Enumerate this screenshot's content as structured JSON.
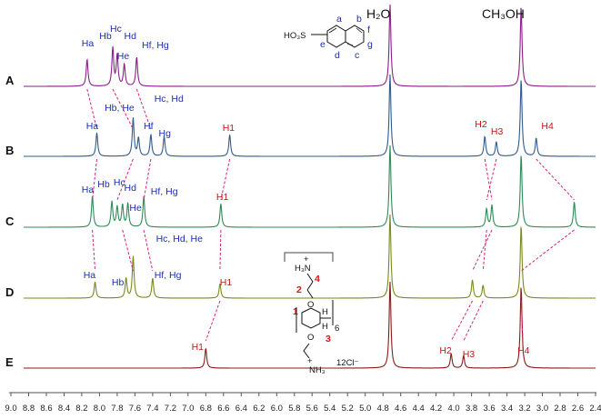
{
  "chart_data": {
    "type": "line",
    "x_ticks": [
      "9.0",
      "8.8",
      "8.6",
      "8.4",
      "8.2",
      "8.0",
      "7.8",
      "7.6",
      "7.4",
      "7.2",
      "7.0",
      "6.8",
      "6.6",
      "6.4",
      "6.2",
      "6.0",
      "5.8",
      "5.6",
      "5.4",
      "5.2",
      "5.0",
      "4.8",
      "4.6",
      "4.4",
      "4.2",
      "4.0",
      "3.8",
      "3.6",
      "3.4",
      "3.2",
      "3.0",
      "2.8",
      "2.6",
      "2.4"
    ],
    "xlim": [
      9.0,
      2.4
    ],
    "solvent_labels": {
      "water": "H₂O",
      "methanol": "CH₃OH"
    },
    "solvent_positions_ppm": {
      "water": 4.72,
      "methanol": 3.24
    },
    "series": [
      {
        "name": "A",
        "color": "#8a1f8a",
        "peaks": [
          {
            "ppm": 8.14,
            "h": 30
          },
          {
            "ppm": 7.85,
            "h": 42
          },
          {
            "ppm": 7.8,
            "h": 34
          },
          {
            "ppm": 7.72,
            "h": 24
          },
          {
            "ppm": 7.58,
            "h": 32
          },
          {
            "ppm": 4.72,
            "h": 90
          },
          {
            "ppm": 3.24,
            "h": 88
          }
        ]
      },
      {
        "name": "B",
        "color": "#2f5b8e",
        "peaks": [
          {
            "ppm": 8.03,
            "h": 26
          },
          {
            "ppm": 7.62,
            "h": 42
          },
          {
            "ppm": 7.56,
            "h": 20
          },
          {
            "ppm": 7.42,
            "h": 24
          },
          {
            "ppm": 7.27,
            "h": 22
          },
          {
            "ppm": 6.53,
            "h": 24
          },
          {
            "ppm": 4.72,
            "h": 90
          },
          {
            "ppm": 3.65,
            "h": 22
          },
          {
            "ppm": 3.52,
            "h": 16
          },
          {
            "ppm": 3.24,
            "h": 85
          },
          {
            "ppm": 3.07,
            "h": 20
          }
        ]
      },
      {
        "name": "C",
        "color": "#2e8b57",
        "peaks": [
          {
            "ppm": 8.08,
            "h": 34
          },
          {
            "ppm": 7.86,
            "h": 28
          },
          {
            "ppm": 7.8,
            "h": 22
          },
          {
            "ppm": 7.74,
            "h": 24
          },
          {
            "ppm": 7.68,
            "h": 26
          },
          {
            "ppm": 7.5,
            "h": 34
          },
          {
            "ppm": 6.63,
            "h": 26
          },
          {
            "ppm": 4.72,
            "h": 90
          },
          {
            "ppm": 3.63,
            "h": 20
          },
          {
            "ppm": 3.57,
            "h": 24
          },
          {
            "ppm": 3.24,
            "h": 80
          },
          {
            "ppm": 2.64,
            "h": 28
          }
        ]
      },
      {
        "name": "D",
        "color": "#7a8a1c",
        "peaks": [
          {
            "ppm": 8.05,
            "h": 18
          },
          {
            "ppm": 7.7,
            "h": 22
          },
          {
            "ppm": 7.62,
            "h": 46
          },
          {
            "ppm": 7.4,
            "h": 22
          },
          {
            "ppm": 6.64,
            "h": 16
          },
          {
            "ppm": 4.72,
            "h": 92
          },
          {
            "ppm": 3.79,
            "h": 20
          },
          {
            "ppm": 3.67,
            "h": 14
          },
          {
            "ppm": 3.24,
            "h": 80
          }
        ]
      },
      {
        "name": "E",
        "color": "#8b1a1a",
        "peaks": [
          {
            "ppm": 6.8,
            "h": 22
          },
          {
            "ppm": 4.72,
            "h": 95
          },
          {
            "ppm": 4.03,
            "h": 16
          },
          {
            "ppm": 3.89,
            "h": 14
          },
          {
            "ppm": 3.24,
            "h": 90
          }
        ]
      }
    ],
    "annotations": [
      {
        "trace": "A",
        "text": "Ha",
        "ppm": 8.14,
        "dy": -44,
        "color": "blue"
      },
      {
        "trace": "A",
        "text": "Hb",
        "ppm": 7.94,
        "dy": -52,
        "color": "blue"
      },
      {
        "trace": "A",
        "text": "Hc",
        "ppm": 7.82,
        "dy": -60,
        "color": "blue"
      },
      {
        "trace": "A",
        "text": "Hd",
        "ppm": 7.66,
        "dy": -52,
        "color": "blue"
      },
      {
        "trace": "A",
        "text": "He",
        "ppm": 7.74,
        "dy": -30,
        "color": "blue"
      },
      {
        "trace": "A",
        "text": "Hf, Hg",
        "ppm": 7.46,
        "dy": -42,
        "color": "blue"
      },
      {
        "trace": "B",
        "text": "Ha",
        "ppm": 8.09,
        "dy": -30,
        "color": "blue"
      },
      {
        "trace": "B",
        "text": "Hb, He",
        "ppm": 7.88,
        "dy": -50,
        "color": "blue"
      },
      {
        "trace": "B",
        "text": "Hc, Hd",
        "ppm": 7.32,
        "dy": -60,
        "color": "blue"
      },
      {
        "trace": "B",
        "text": "Hf",
        "ppm": 7.44,
        "dy": -30,
        "color": "blue"
      },
      {
        "trace": "B",
        "text": "Hg",
        "ppm": 7.27,
        "dy": -22,
        "color": "blue"
      },
      {
        "trace": "B",
        "text": "H1",
        "ppm": 6.55,
        "dy": -28,
        "color": "red"
      },
      {
        "trace": "B",
        "text": "H2",
        "ppm": 3.7,
        "dy": -32,
        "color": "red"
      },
      {
        "trace": "B",
        "text": "H3",
        "ppm": 3.52,
        "dy": -24,
        "color": "red"
      },
      {
        "trace": "B",
        "text": "H4",
        "ppm": 2.95,
        "dy": -30,
        "color": "red"
      },
      {
        "trace": "C",
        "text": "Ha",
        "ppm": 8.14,
        "dy": -38,
        "color": "blue"
      },
      {
        "trace": "C",
        "text": "Hb",
        "ppm": 7.96,
        "dy": -44,
        "color": "blue"
      },
      {
        "trace": "C",
        "text": "Hc",
        "ppm": 7.78,
        "dy": -46,
        "color": "blue"
      },
      {
        "trace": "C",
        "text": "Hd",
        "ppm": 7.66,
        "dy": -40,
        "color": "blue"
      },
      {
        "trace": "C",
        "text": "He",
        "ppm": 7.6,
        "dy": -18,
        "color": "blue"
      },
      {
        "trace": "C",
        "text": "Hf, Hg",
        "ppm": 7.36,
        "dy": -36,
        "color": "blue"
      },
      {
        "trace": "C",
        "text": "H1",
        "ppm": 6.62,
        "dy": -30,
        "color": "red"
      },
      {
        "trace": "D",
        "text": "Ha",
        "ppm": 8.12,
        "dy": -22,
        "color": "blue"
      },
      {
        "trace": "D",
        "text": "Hc, Hd, He",
        "ppm": 7.3,
        "dy": -62,
        "color": "blue"
      },
      {
        "trace": "D",
        "text": "Hb",
        "ppm": 7.8,
        "dy": -14,
        "color": "blue"
      },
      {
        "trace": "D",
        "text": "Hf, Hg",
        "ppm": 7.32,
        "dy": -22,
        "color": "blue"
      },
      {
        "trace": "D",
        "text": "H1",
        "ppm": 6.58,
        "dy": -14,
        "color": "red"
      },
      {
        "trace": "E",
        "text": "H1",
        "ppm": 6.9,
        "dy": -20,
        "color": "red"
      },
      {
        "trace": "E",
        "text": "H2",
        "ppm": 4.1,
        "dy": -16,
        "color": "red"
      },
      {
        "trace": "E",
        "text": "H3",
        "ppm": 3.84,
        "dy": -12,
        "color": "red"
      },
      {
        "trace": "E",
        "text": "H4",
        "ppm": 3.22,
        "dy": -16,
        "color": "red"
      }
    ],
    "structure_naphthalene": {
      "substituent": "HO₃S",
      "position_labels": [
        "a",
        "b",
        "f",
        "g",
        "c",
        "d",
        "e"
      ]
    },
    "structure_host": {
      "ammonium_top": "H₃N",
      "ammonium_bottom": "NH₃",
      "counterion": "12Cl⁻",
      "subscript_n": "6",
      "hydrogen_label": "H",
      "oxygen_label": "O",
      "plus_sign": "+",
      "position_numbers": [
        "1",
        "2",
        "3",
        "4"
      ]
    }
  }
}
